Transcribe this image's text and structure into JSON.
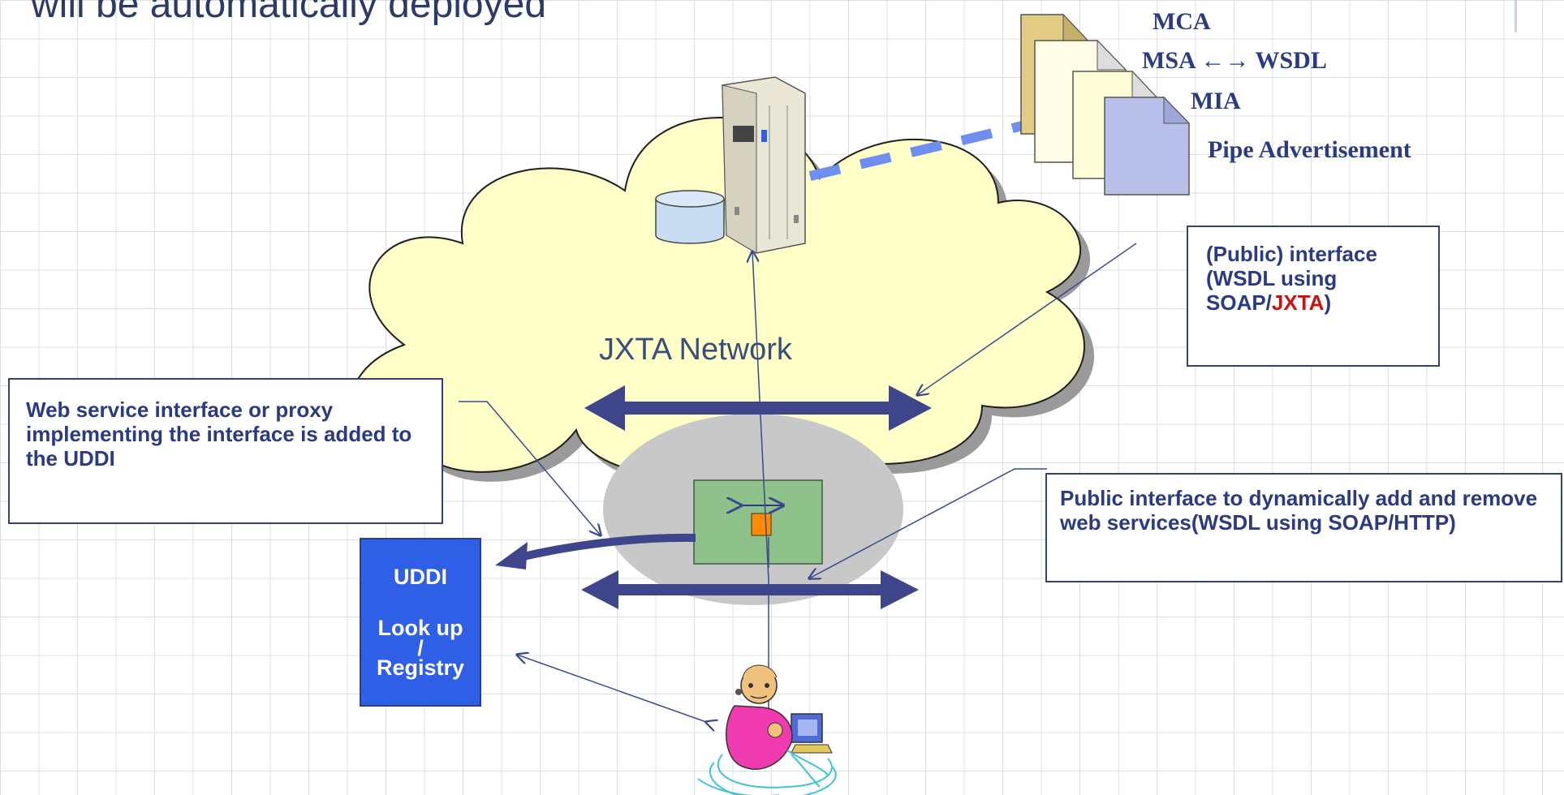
{
  "slide": {
    "title": "will be automatically deployed"
  },
  "documents": {
    "mca": "MCA",
    "msa_wsdl": "MSA ←→ WSDL",
    "mia": "MIA",
    "pipe": "Pipe Advertisement"
  },
  "cloud": {
    "label": "JXTA Network"
  },
  "callouts": {
    "public_interface": {
      "before": "(Public) interface (WSDL using SOAP/",
      "highlight": "JXTA",
      "after": ")"
    },
    "proxy": "Web service interface or proxy implementing the interface is added to the UDDI",
    "dynamic": "Public interface to dynamically add and remove web services(WSDL using SOAP/HTTP)"
  },
  "uddi": {
    "title": "UDDI",
    "line1": "Look up",
    "line2": "/",
    "line3": "Registry"
  },
  "colors": {
    "cloud_fill": "#ffffc8",
    "cloud_shadow": "#9a9a9a",
    "arrow": "#3f458a",
    "uddi_box": "#2f5fe6",
    "highlight_red": "#cc1111",
    "dashed_link": "#6f8ff0"
  }
}
